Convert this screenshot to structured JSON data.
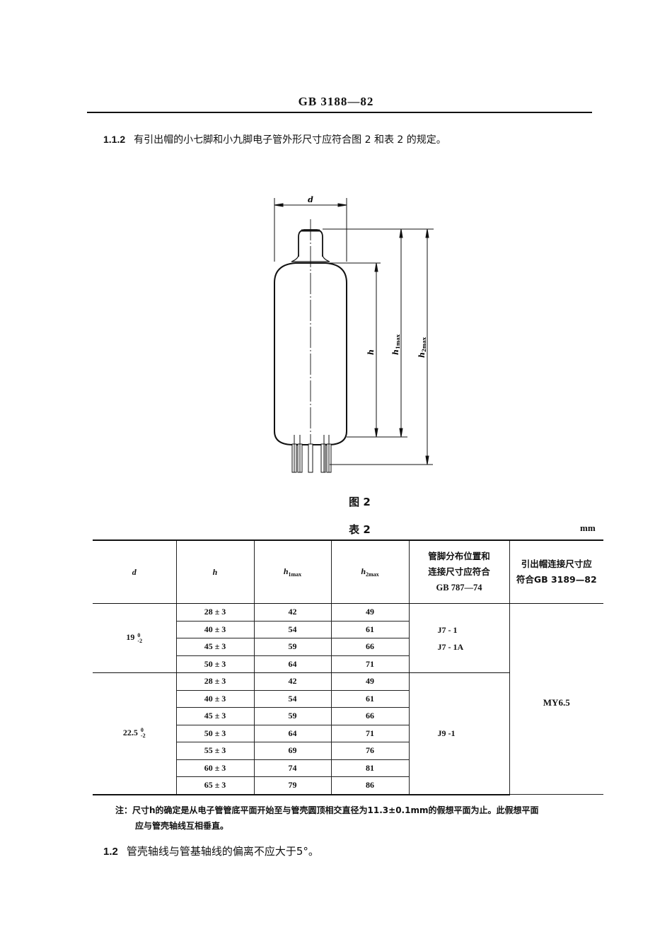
{
  "header": {
    "standard_id": "GB 3188—82"
  },
  "section_1_1_2": {
    "number": "1.1.2",
    "text": "有引出帽的小七脚和小九脚电子管外形尺寸应符合图 2 和表 2 的规定。"
  },
  "figure": {
    "caption": "图 2",
    "labels": {
      "d": "d",
      "h": "h",
      "h1max": "h",
      "h1max_sub": "1max",
      "h2max": "h",
      "h2max_sub": "2max"
    }
  },
  "table": {
    "caption": "表 2",
    "unit": "mm",
    "headers": {
      "d": "d",
      "h": "h",
      "h1max": "h",
      "h1max_sub": "1max",
      "h2max": "h",
      "h2max_sub": "2max",
      "pin_layout_line1": "管脚分布位置和",
      "pin_layout_line2": "连接尺寸应符合",
      "pin_layout_line3": "GB  787—74",
      "cap_line1": "引出帽连接尺寸应",
      "cap_line2": "符合GB  3189—82"
    },
    "groups": [
      {
        "d": "19",
        "d_tol_upper": "0",
        "d_tol_lower": "-2",
        "pin_layout_line1": "J7 - 1",
        "pin_layout_line2": "J7 - 1A",
        "rows": [
          {
            "h": "28 ± 3",
            "h1max": "42",
            "h2max": "49"
          },
          {
            "h": "40 ± 3",
            "h1max": "54",
            "h2max": "61"
          },
          {
            "h": "45 ± 3",
            "h1max": "59",
            "h2max": "66"
          },
          {
            "h": "50 ± 3",
            "h1max": "64",
            "h2max": "71"
          }
        ]
      },
      {
        "d": "22.5",
        "d_tol_upper": "0",
        "d_tol_lower": "-2",
        "pin_layout_line1": "J9 -1",
        "rows": [
          {
            "h": "28 ± 3",
            "h1max": "42",
            "h2max": "49"
          },
          {
            "h": "40 ± 3",
            "h1max": "54",
            "h2max": "61"
          },
          {
            "h": "45 ± 3",
            "h1max": "59",
            "h2max": "66"
          },
          {
            "h": "50 ± 3",
            "h1max": "64",
            "h2max": "71"
          },
          {
            "h": "55 ± 3",
            "h1max": "69",
            "h2max": "76"
          },
          {
            "h": "60 ± 3",
            "h1max": "74",
            "h2max": "81"
          },
          {
            "h": "65 ± 3",
            "h1max": "79",
            "h2max": "86"
          }
        ]
      }
    ],
    "cap_connection": "MY6.5"
  },
  "note": {
    "line1": "注：尺寸h的确定是从电子管管底平面开始至与管壳圆顶相交直径为11.3±0.1mm的假想平面为止。此假想平面",
    "line2": "应与管壳轴线互相垂直。"
  },
  "section_1_2": {
    "number": "1.2",
    "text": "管壳轴线与管基轴线的偏离不应大于5°。"
  }
}
